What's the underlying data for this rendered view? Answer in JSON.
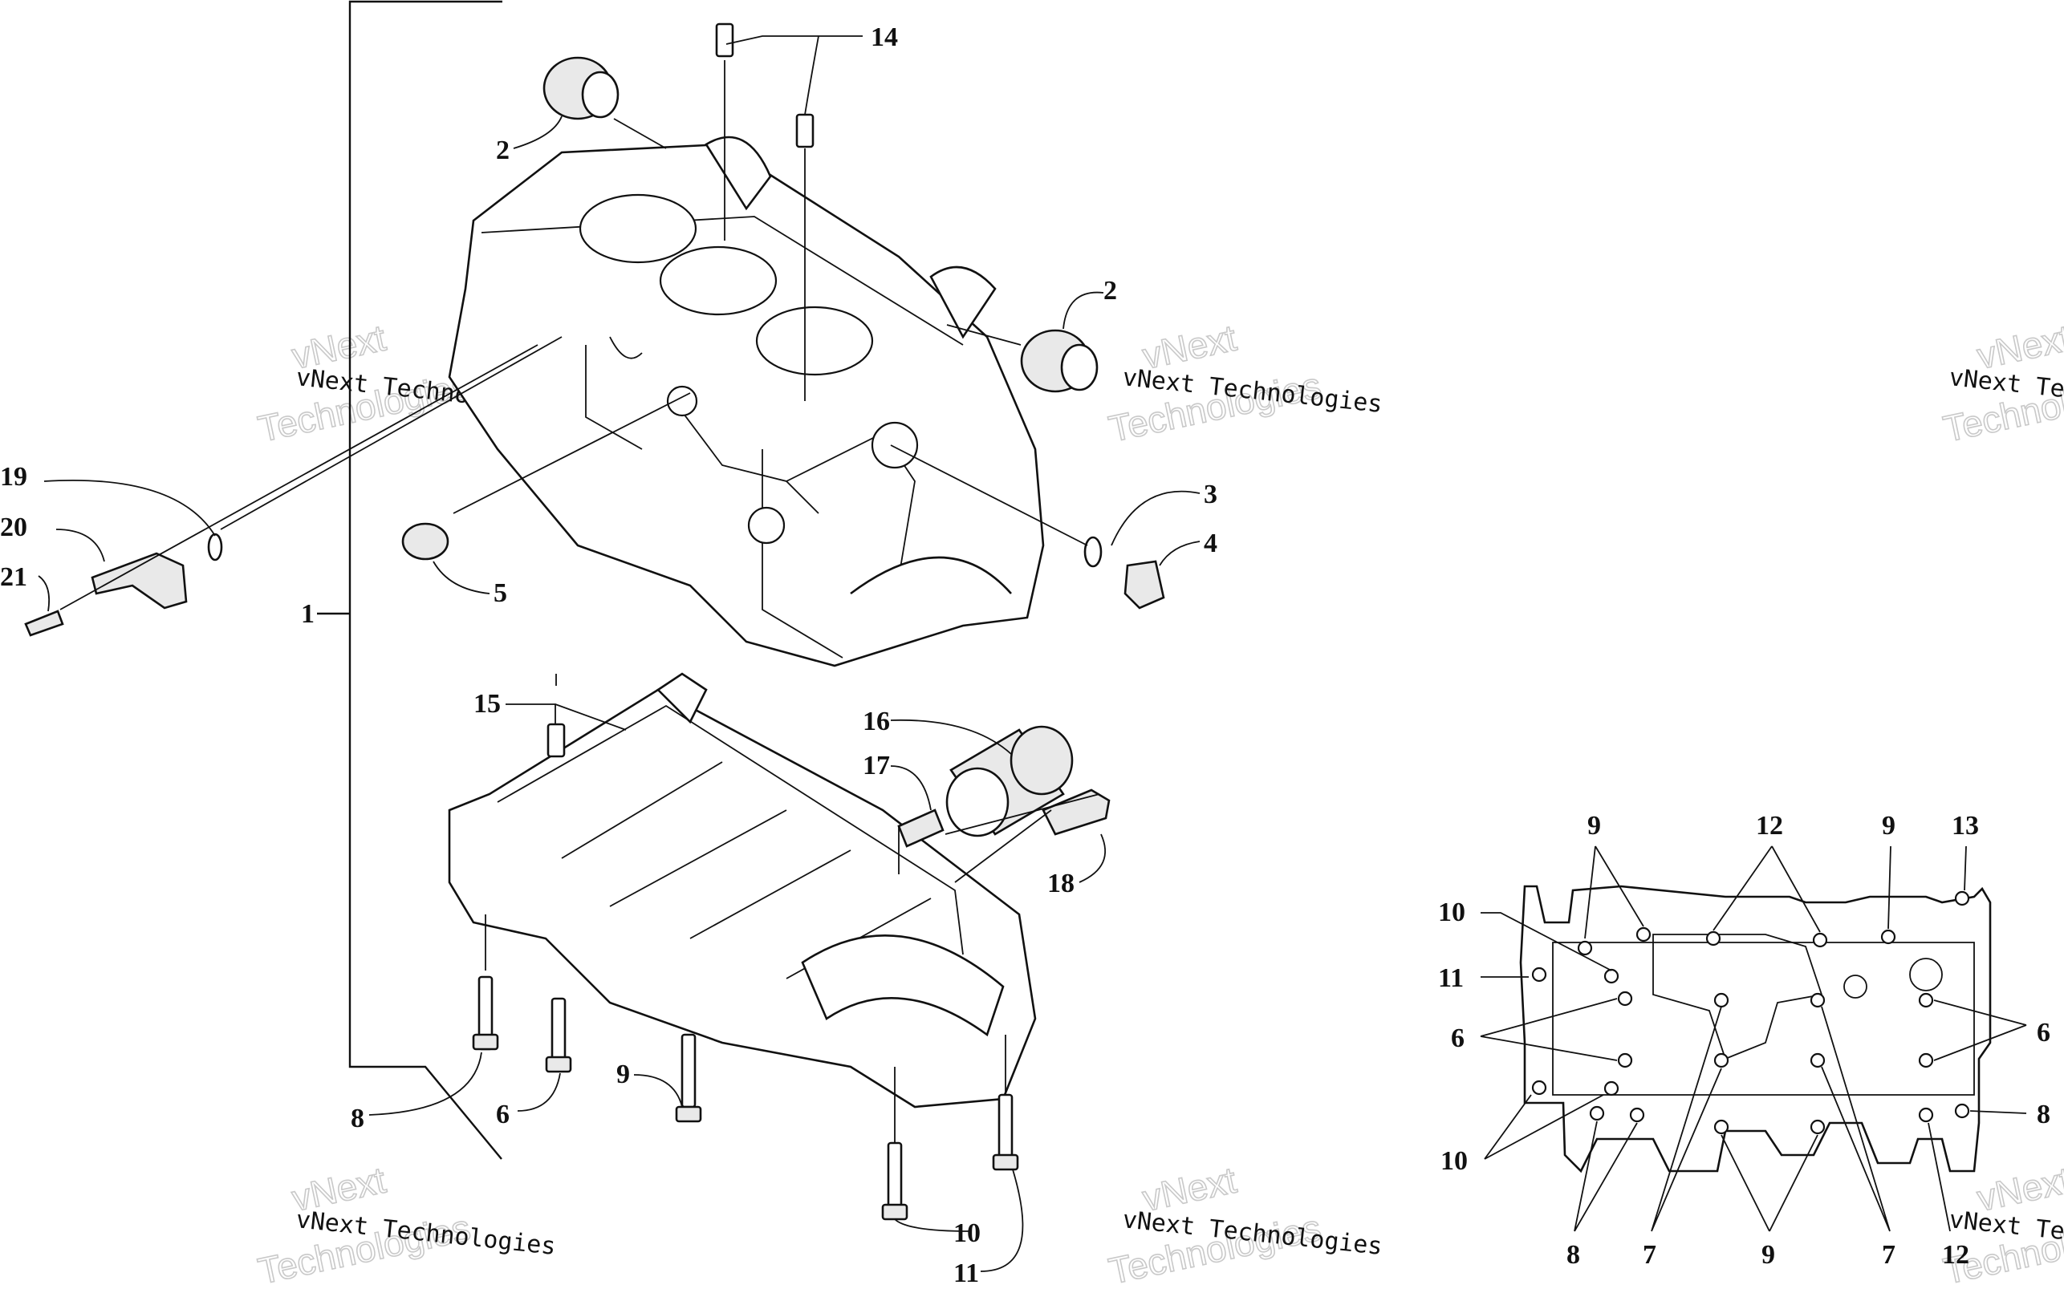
{
  "watermark": {
    "line1": "vNext Technologies",
    "line2": "vNext",
    "line3": "Technologies"
  },
  "callouts": {
    "c1": "1",
    "c2a": "2",
    "c2b": "2",
    "c3": "3",
    "c4": "4",
    "c5": "5",
    "c6a": "6",
    "c8a": "8",
    "c9a": "9",
    "c10a": "10",
    "c11a": "11",
    "c14": "14",
    "c15": "15",
    "c16": "16",
    "c17": "17",
    "c18": "18",
    "c19": "19",
    "c20": "20",
    "c21": "21",
    "d9a": "9",
    "d12a": "12",
    "d9b": "9",
    "d13": "13",
    "d10a": "10",
    "d11": "11",
    "d6a": "6",
    "d6b": "6",
    "d8a": "8",
    "d10b": "10",
    "d8b": "8",
    "d7a": "7",
    "d9c": "9",
    "d7b": "7",
    "d12b": "12"
  }
}
